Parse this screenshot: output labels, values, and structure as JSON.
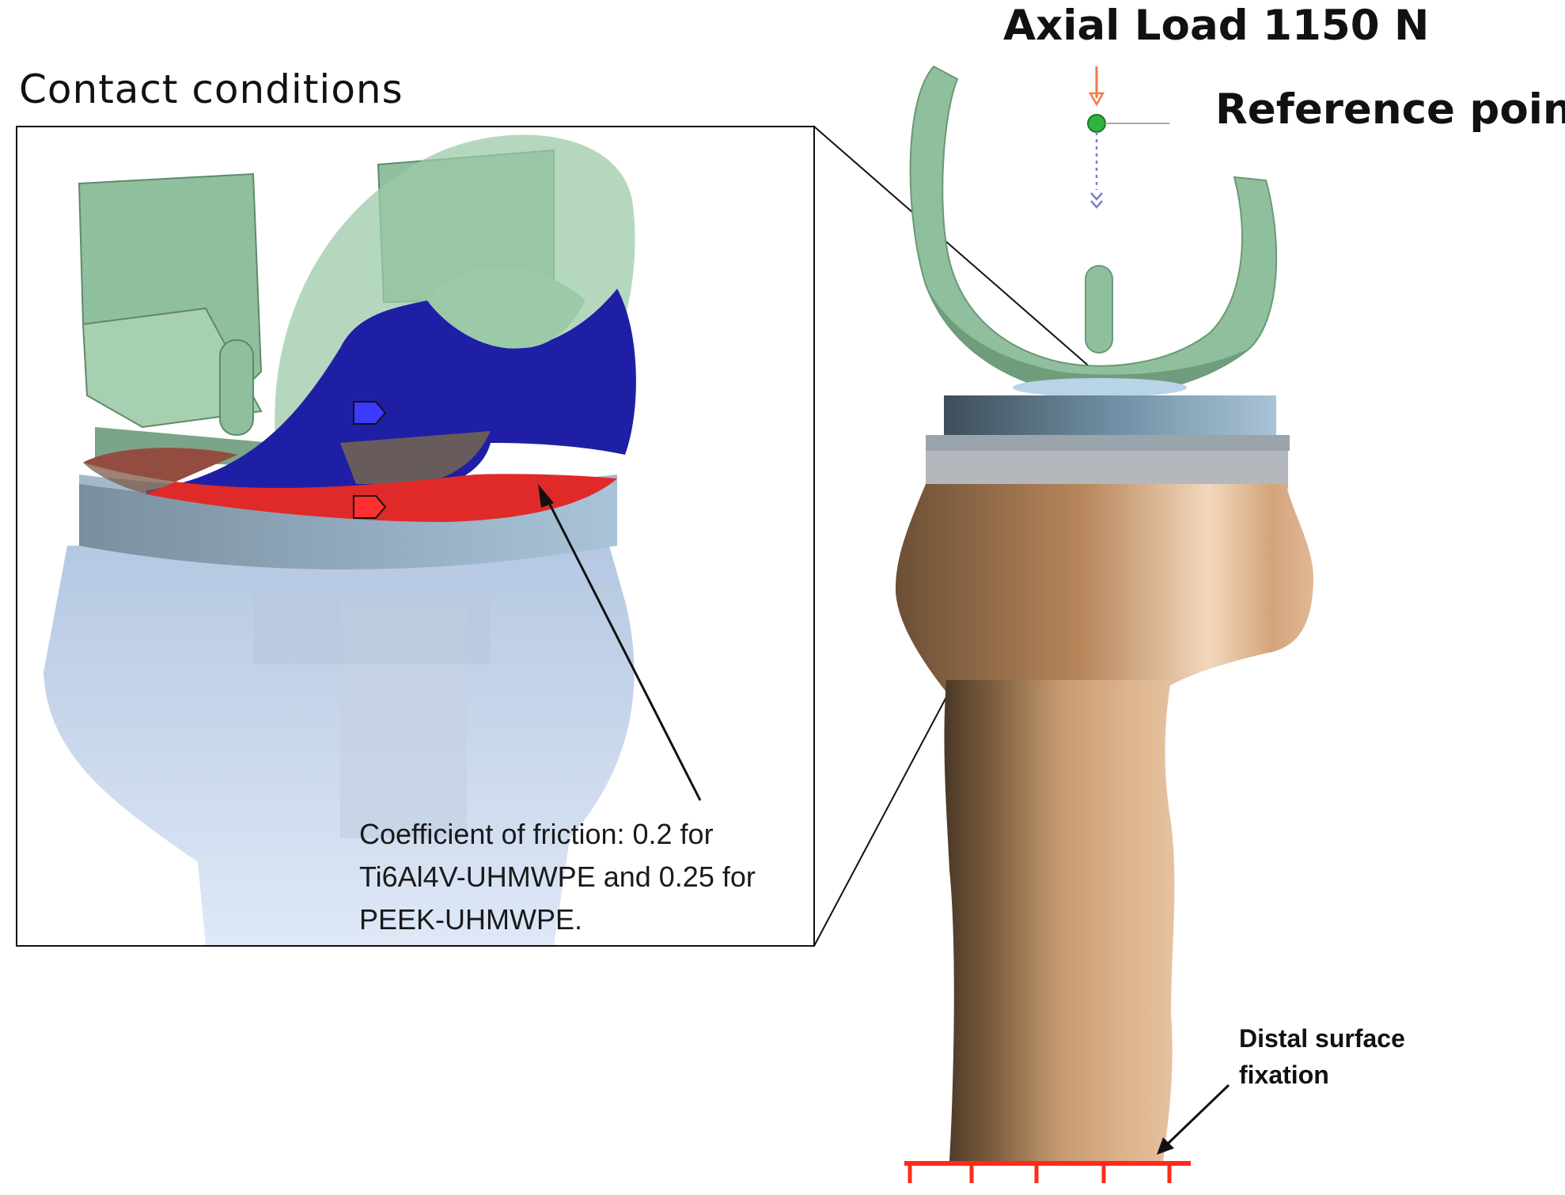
{
  "labels": {
    "contact_conditions": "Contact conditions",
    "axial_load": "Axial Load 1150 N",
    "reference_point": "Reference point",
    "friction_note": "Coefficient of friction: 0.2 for Ti6Al4V-UHMWPE and 0.25 for PEEK-UHMWPE.",
    "distal_fixation": "Distal surface fixation"
  },
  "colors": {
    "femoral_component": "#8fbf9c",
    "tibial_tray": "#6f8ea3",
    "insert_contact_blue": "#1f1fa6",
    "insert_contact_red": "#e02a2a",
    "bone": "#c9a27e",
    "fixation": "#ff2b1a"
  }
}
